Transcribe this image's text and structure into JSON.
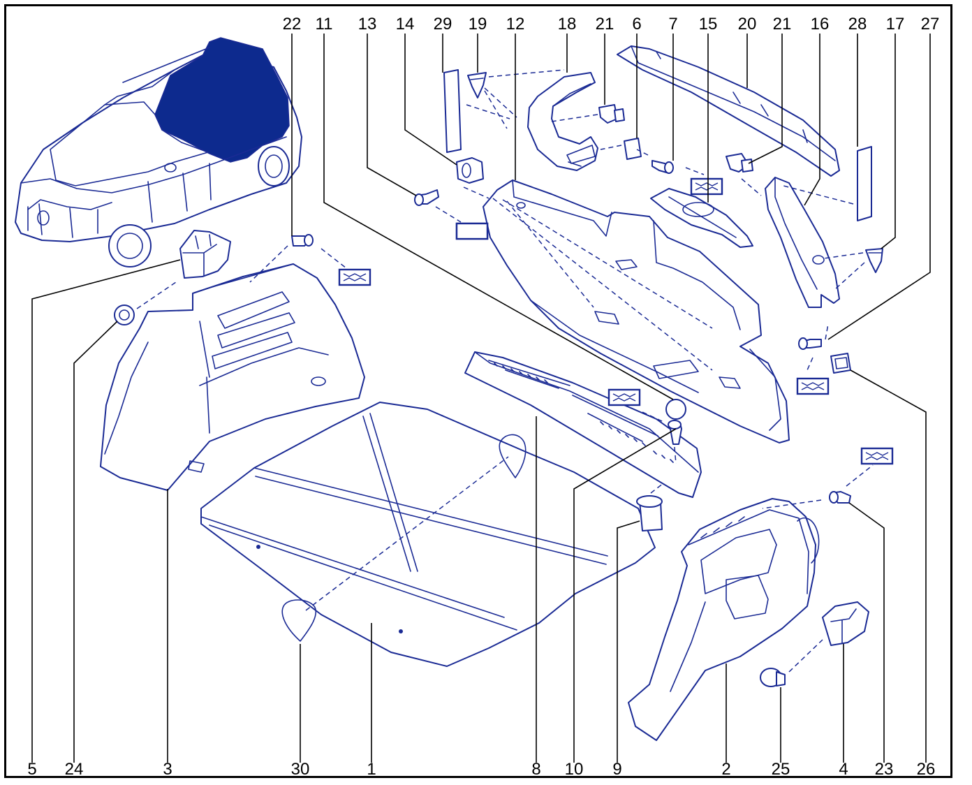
{
  "colors": {
    "part_stroke": "#1a2a94",
    "highlight": "#0d2a8e",
    "leader": "#000000",
    "frame": "#000000"
  },
  "top_labels": [
    "22",
    "11",
    "13",
    "14",
    "29",
    "19",
    "12",
    "18",
    "21",
    "6",
    "7",
    "15",
    "20",
    "21",
    "16",
    "28",
    "17",
    "27"
  ],
  "bottom_labels": [
    "5",
    "24",
    "3",
    "30",
    "1",
    "8",
    "10",
    "9",
    "2",
    "25",
    "4",
    "23",
    "26"
  ],
  "icons": {
    "vehicle": "vehicle-overview-icon",
    "tool_symbol": "tool-marker-icon"
  }
}
